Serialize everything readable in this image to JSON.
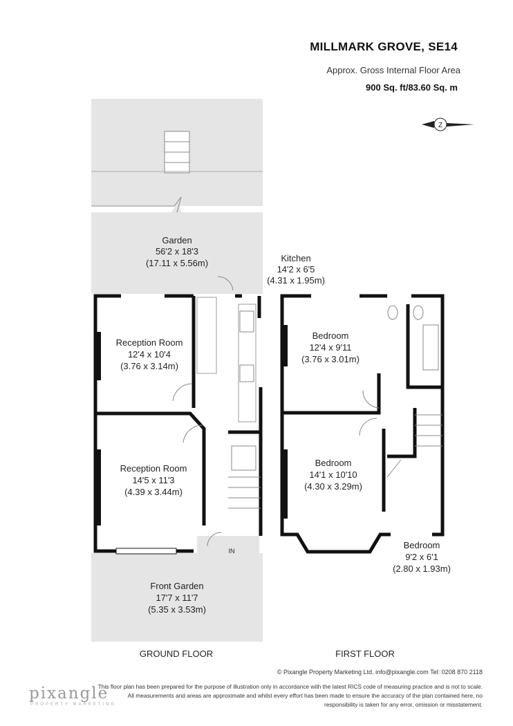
{
  "header": {
    "title": "MILLMARK GROVE, SE14",
    "subtitle": "Approx. Gross Internal Floor Area",
    "area": "900 Sq. ft/83.60 Sq. m",
    "compass_letter": "Z"
  },
  "ground_floor": {
    "label": "GROUND FLOOR",
    "garden": {
      "name": "Garden",
      "imperial": "56'2 x 18'3",
      "metric": "(17.11 x 5.56m)"
    },
    "kitchen": {
      "name": "Kitchen",
      "imperial": "14'2 x 6'5",
      "metric": "(4.31 x 1.95m)"
    },
    "reception1": {
      "name": "Reception Room",
      "imperial": "12'4 x 10'4",
      "metric": "(3.76 x 3.14m)"
    },
    "reception2": {
      "name": "Reception Room",
      "imperial": "14'5 x 11'3",
      "metric": "(4.39 x 3.44m)"
    },
    "front_garden": {
      "name": "Front Garden",
      "imperial": "17'7 x 11'7",
      "metric": "(5.35 x 3.53m)"
    },
    "entrance": "IN"
  },
  "first_floor": {
    "label": "FIRST FLOOR",
    "bedroom1": {
      "name": "Bedroom",
      "imperial": "12'4 x 9'11",
      "metric": "(3.76 x 3.01m)"
    },
    "bedroom2": {
      "name": "Bedroom",
      "imperial": "14'1 x 10'10",
      "metric": "(4.30 x 3.29m)"
    },
    "bedroom3": {
      "name": "Bedroom",
      "imperial": "9'2 x 6'1",
      "metric": "(2.80 x 1.93m)"
    }
  },
  "footer": {
    "copyright": "© Pixangle Property Marketing Ltd. info@pixangle.com Tel: 0208 870 2118",
    "disclaimer": "This floor plan has been prepared for the purpose of illustration only in accordance with the latest RICS code of measuring practice and is not to scale. All measurements and areas are approximate and whilst every effort has been made to ensure the accuracy of the plan contained here, no responsibility is taken for any error, omission or misstatement.",
    "logo": "pixangle",
    "logo_sub": "PROPERTY MARKETING"
  }
}
